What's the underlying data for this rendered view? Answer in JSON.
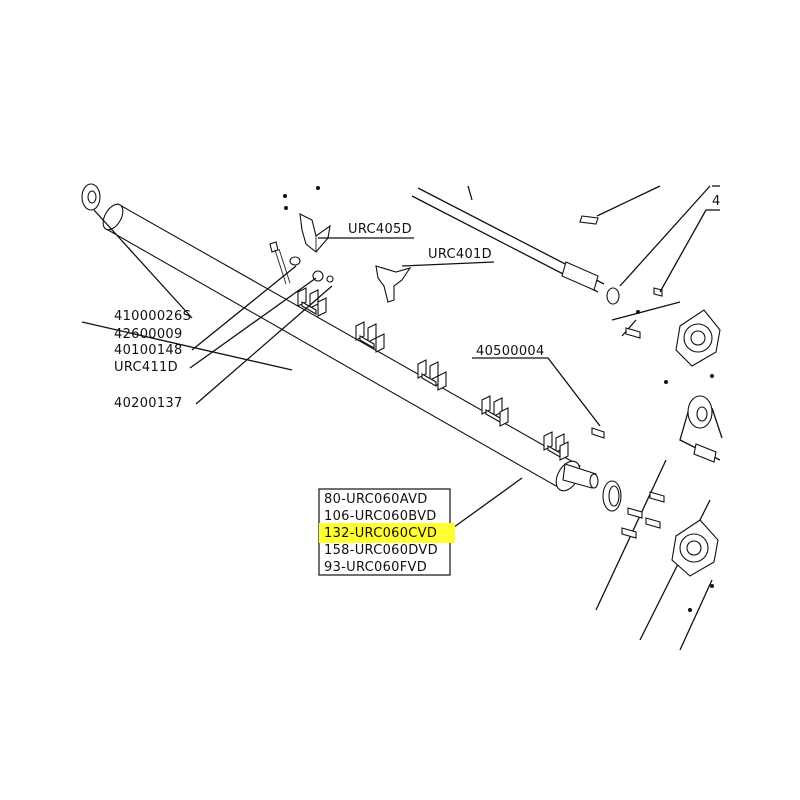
{
  "labels": {
    "urc405d": "URC405D",
    "urc401d": "URC401D",
    "p41000026s": "41000026S",
    "p42600009": "42600009",
    "p40100148": "40100148",
    "urc411d": "URC411D",
    "p40200137": "40200137",
    "p40500004": "40500004",
    "edge_4": "4"
  },
  "variants_box": {
    "items": [
      {
        "text": "80-URC060AVD",
        "highlighted": false
      },
      {
        "text": "106-URC060BVD",
        "highlighted": false
      },
      {
        "text": "132-URC060CVD",
        "highlighted": true
      },
      {
        "text": "158-URC060DVD",
        "highlighted": false
      },
      {
        "text": "93-URC060FVD",
        "highlighted": false
      }
    ]
  },
  "colors": {
    "highlight": "#ffff33",
    "line": "#111111",
    "background": "#ffffff"
  }
}
